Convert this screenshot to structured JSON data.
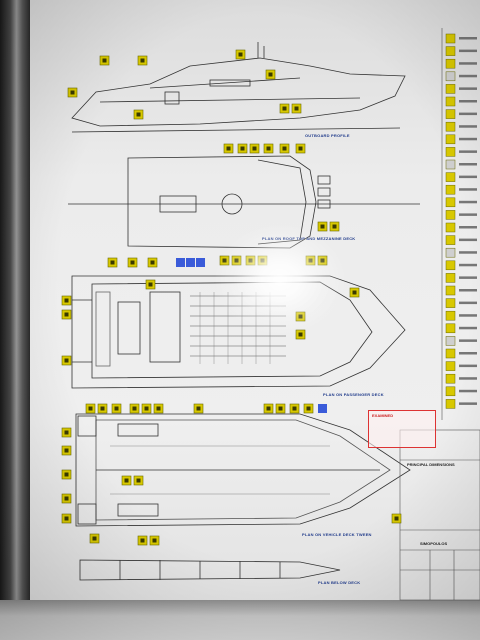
{
  "photo": {
    "subject": "framed ship deck plan",
    "colors": {
      "hull_line": "#333333",
      "icon_yellow": "#d8c800",
      "icon_border": "#6a6a00",
      "icon_blue": "#3a5bd9",
      "title_blue": "#1f3a8a",
      "stamp_red": "#cc2222"
    }
  },
  "poster": {
    "plan_titles": [
      "OUTBOARD PROFILE",
      "PLAN ON ROOF TOP AND MEZZANINE DECK",
      "PLAN ON PASSENGER DECK",
      "PLAN ON VEHICLE DECK TWEEN",
      "PLAN BELOW DECK"
    ],
    "stamp_label": "EXAMINED",
    "title_block": {
      "company": "SIMOPOULOS",
      "section": "PRINCIPAL DIMENSIONS"
    }
  }
}
